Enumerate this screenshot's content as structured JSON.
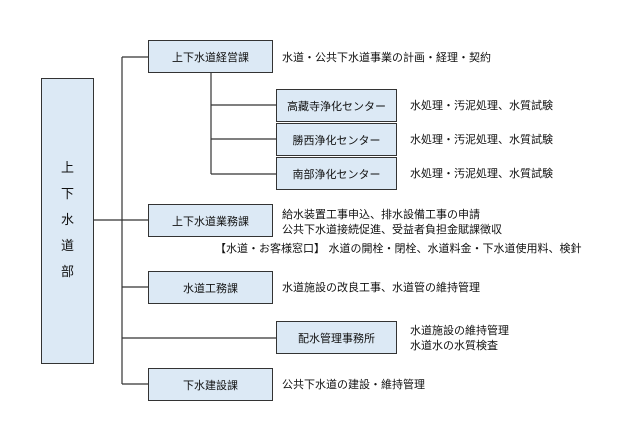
{
  "root": {
    "label_chars": [
      "上",
      "下",
      "水",
      "道",
      "部"
    ]
  },
  "nodes": {
    "keiei": {
      "label": "上下水道経営課",
      "desc": [
        "水道・公共下水道事業の計画・経理・契約"
      ]
    },
    "takakura": {
      "label": "高藏寺浄化センター",
      "desc": [
        "水処理・汚泥処理、水質試験"
      ]
    },
    "shosai": {
      "label": "勝西浄化センター",
      "desc": [
        "水処理・汚泥処理、水質試験"
      ]
    },
    "nanbu": {
      "label": "南部浄化センター",
      "desc": [
        "水処理・汚泥処理、水質試験"
      ]
    },
    "gyomu": {
      "label": "上下水道業務課",
      "desc": [
        "給水装置工事申込、排水設備工事の申請",
        "公共下水道接続促進、受益者負担金賦課徴収"
      ],
      "note": "【水道・お客様窓口】 水道の開栓・閉栓、水道料金・下水道使用料、検針"
    },
    "koumu": {
      "label": "水道工務課",
      "desc": [
        "水道施設の改良工事、水道管の維持管理"
      ]
    },
    "haisui": {
      "label": "配水管理事務所",
      "desc": [
        "水道施設の維持管理",
        "水道水の水質検査"
      ]
    },
    "gesui": {
      "label": "下水建設課",
      "desc": [
        "公共下水道の建設・維持管理"
      ]
    }
  },
  "colors": {
    "box_fill": "#dce9f5",
    "line": "#333333"
  }
}
